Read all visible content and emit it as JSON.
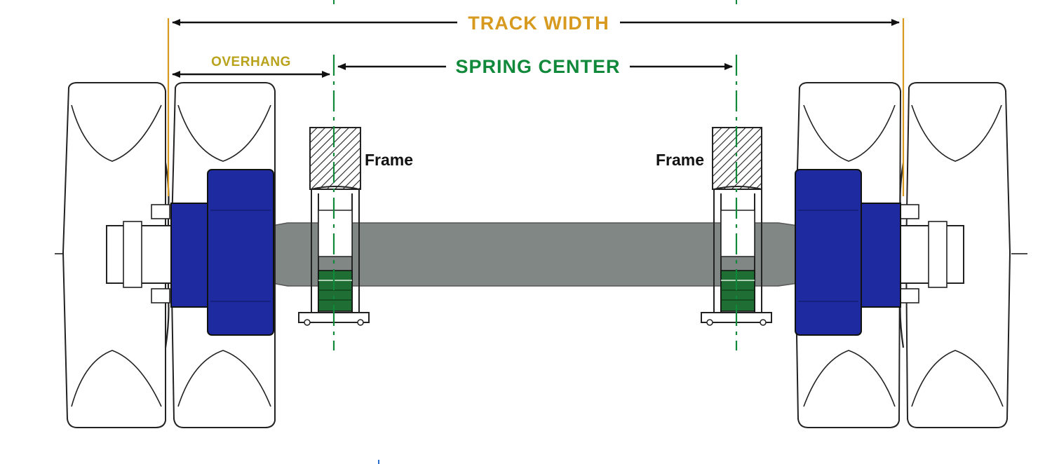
{
  "labels": {
    "track_width": "TRACK WIDTH",
    "overhang": "OVERHANG",
    "spring_center": "SPRING CENTER",
    "frame_left": "Frame",
    "frame_right": "Frame"
  },
  "colors": {
    "track_width": "#d89a1e",
    "overhang": "#b9a21c",
    "spring_center": "#10893a",
    "hub": "#1e2aa0",
    "hub_dark": "#141c73",
    "axle": "#808684",
    "spring": "#1f6e33",
    "outline": "#222222",
    "tire_fill": "#ffffff"
  }
}
